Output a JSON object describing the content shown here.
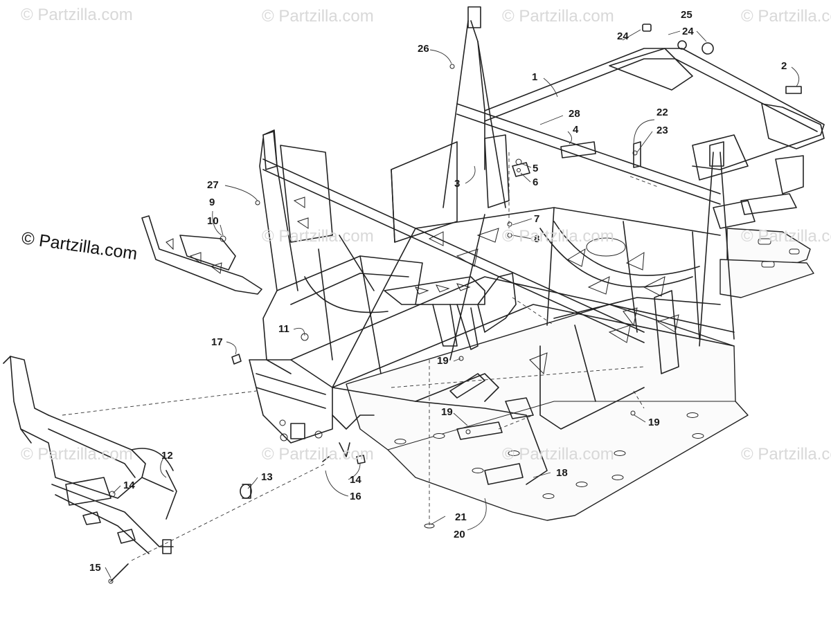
{
  "diagram": {
    "callouts": [
      "1",
      "2",
      "3",
      "4",
      "5",
      "6",
      "7",
      "8",
      "9",
      "10",
      "11",
      "12",
      "13",
      "14",
      "14",
      "15",
      "16",
      "17",
      "18",
      "19",
      "19",
      "19",
      "20",
      "21",
      "22",
      "23",
      "24",
      "24",
      "25",
      "26",
      "27",
      "28"
    ],
    "watermark_small": "© Partzilla.com",
    "watermark_main": "© Partzilla.com"
  }
}
